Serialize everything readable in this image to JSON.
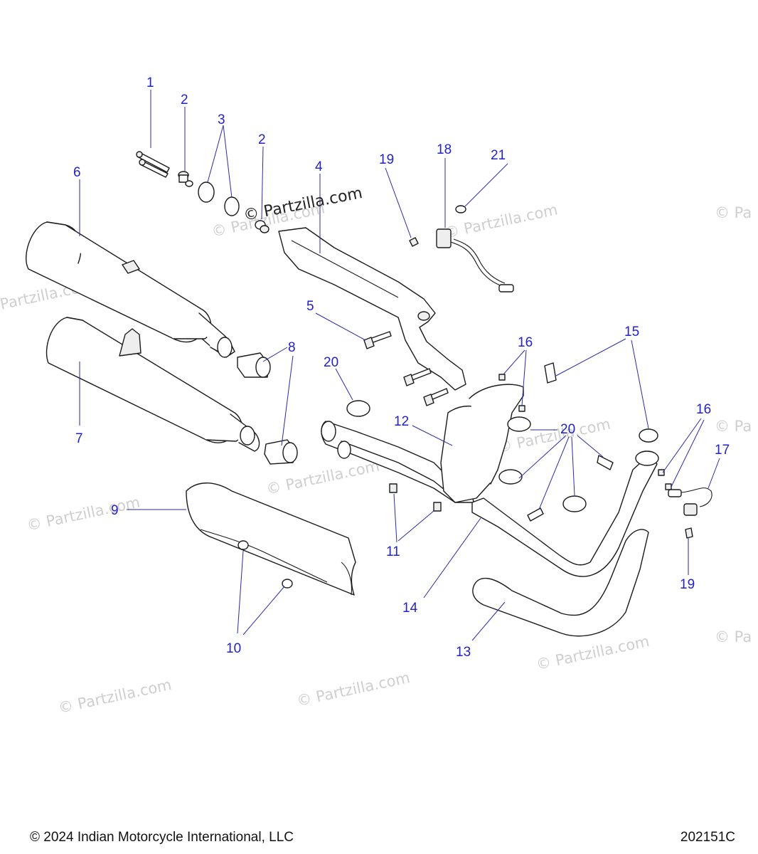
{
  "watermarks": {
    "main": "© Partzilla.com",
    "faint": "© Partzilla.com",
    "edge": "© Pa"
  },
  "callouts": {
    "c1": "1",
    "c2a": "2",
    "c2b": "2",
    "c3": "3",
    "c4": "4",
    "c5": "5",
    "c6": "6",
    "c7": "7",
    "c8": "8",
    "c9": "9",
    "c10": "10",
    "c11": "11",
    "c12": "12",
    "c13": "13",
    "c14": "14",
    "c15": "15",
    "c16a": "16",
    "c16b": "16",
    "c17": "17",
    "c18": "18",
    "c19a": "19",
    "c19b": "19",
    "c20a": "20",
    "c20b": "20",
    "c21": "21"
  },
  "footer": {
    "copyright": "© 2024 Indian Motorcycle International, LLC",
    "diagram_id": "202151C"
  }
}
